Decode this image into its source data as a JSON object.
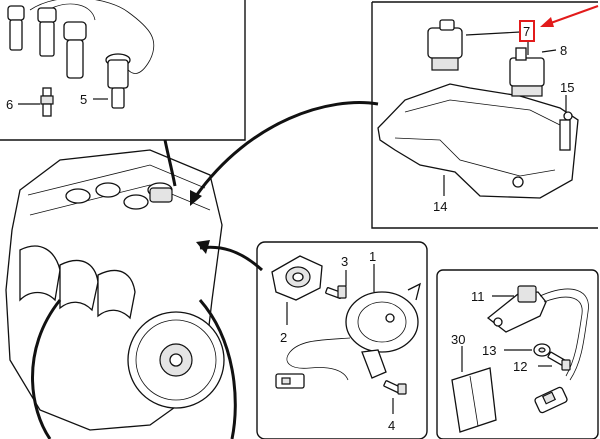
{
  "callouts": {
    "c1": "1",
    "c2": "2",
    "c3": "3",
    "c4": "4",
    "c5": "5",
    "c6": "6",
    "c7": "7",
    "c8": "8",
    "c11": "11",
    "c12": "12",
    "c13": "13",
    "c14": "14",
    "c15": "15",
    "c30": "30"
  },
  "colors": {
    "highlight": "#e21b1b",
    "line": "#111111",
    "panel_fill": "#e4e4e4"
  },
  "icons": {
    "pointer": "red-arrow-icon",
    "highlight_box": "red-highlight-box-icon"
  }
}
